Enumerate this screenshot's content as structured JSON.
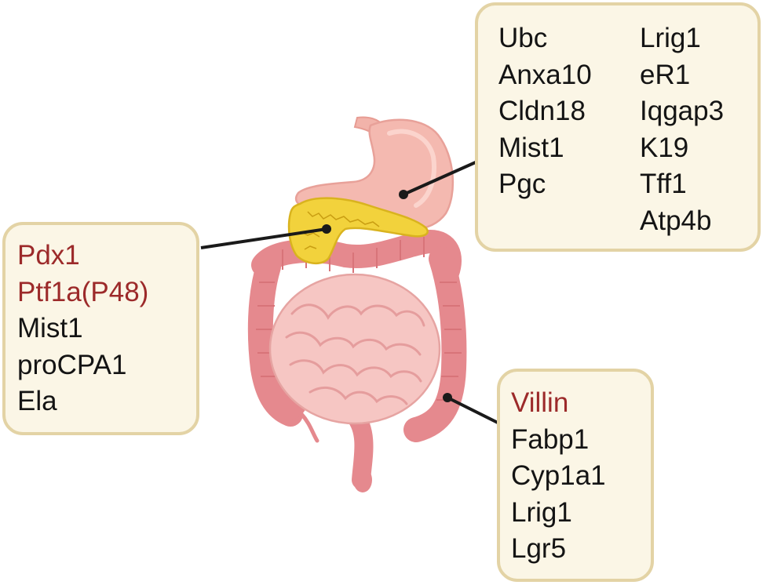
{
  "colors": {
    "box_fill": "#fbf6e6",
    "box_border": "#e3d3a5",
    "highlight_text": "#9c2a2a",
    "body_text": "#141414",
    "stomach": "#f4b9b0",
    "pancreas": "#f2d23c",
    "large_intestine": "#e5898e",
    "small_intestine": "#f6c6c3",
    "connector": "#1a1a1a"
  },
  "organs": {
    "stomach": "stomach-illustration",
    "pancreas": "pancreas-illustration",
    "small_intestine": "small-intestine-illustration",
    "large_intestine": "large-intestine-illustration"
  },
  "stomach_box": {
    "col1": [
      "Ubc",
      "Anxa10",
      "Cldn18",
      "Mist1",
      "Pgc"
    ],
    "col2": [
      "Lrig1",
      "eR1",
      "Iqgap3",
      "K19",
      "Tff1",
      "Atp4b"
    ]
  },
  "pancreas_box": {
    "highlighted": [
      "Pdx1",
      "Ptf1a(P48)"
    ],
    "markers": [
      "Mist1",
      "proCPA1",
      "Ela"
    ]
  },
  "intestine_box": {
    "highlighted": [
      "Villin"
    ],
    "markers": [
      "Fabp1",
      "Cyp1a1",
      "Lrig1",
      "Lgr5"
    ]
  }
}
